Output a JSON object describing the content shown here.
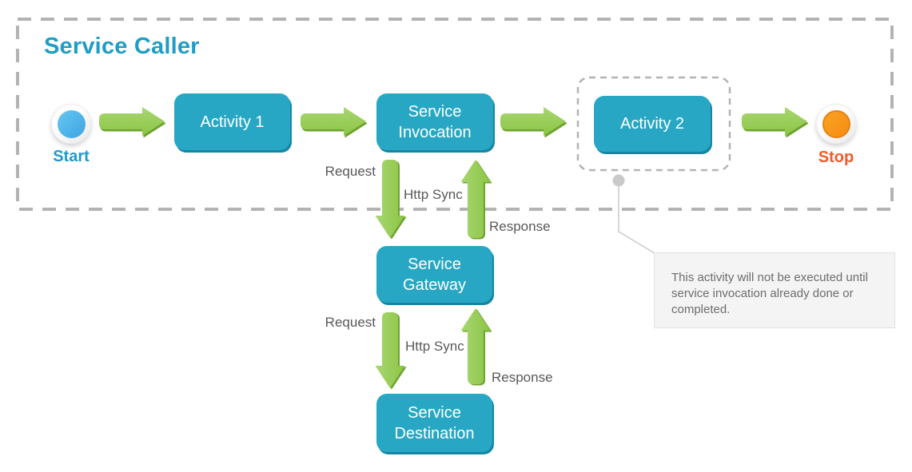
{
  "colors": {
    "accent_teal": "#28a7c4",
    "accent_teal_dark": "#1486a3",
    "arrow_green": "#8cc544",
    "arrow_green_light": "#a8d672",
    "arrow_green_dark": "#6ca32d",
    "start_blue": "#3da5e4",
    "start_blue_light": "#67c6f1",
    "stop_orange": "#f68d12",
    "stop_orange_light": "#f9a325",
    "stop_orange_dark": "#e7810d",
    "title_color": "#1f9dc6",
    "start_label_color": "#1d9ace",
    "stop_label_color": "#f15b2b",
    "label_gray": "#58585a",
    "dashed_border": "#b3b3b3",
    "callout_gray": "#cacaca",
    "note_bg": "#f4f4f4",
    "note_border": "#e1e1e1",
    "note_text": "#6c6d70"
  },
  "container": {
    "title": "Service Caller"
  },
  "nodes": {
    "start": {
      "label": "Start"
    },
    "activity1": {
      "label": "Activity 1"
    },
    "service_invocation": {
      "label": "Service Invocation"
    },
    "activity2": {
      "label": "Activity 2"
    },
    "stop": {
      "label": "Stop"
    },
    "service_gateway": {
      "label": "Service Gateway"
    },
    "service_destination": {
      "label": "Service Destination"
    }
  },
  "edge_labels": {
    "invocation_request": "Request",
    "invocation_protocol": "Http Sync",
    "invocation_response": "Response",
    "gateway_request": "Request",
    "gateway_protocol": "Http Sync",
    "gateway_response": "Response"
  },
  "note": {
    "text": "This activity will not be executed until service invocation already done or completed."
  }
}
